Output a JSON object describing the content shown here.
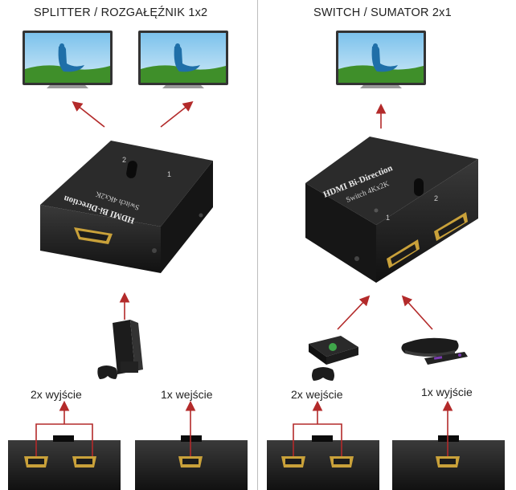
{
  "splitter": {
    "heading": "SPLITTER / ROZGAŁĘŹNIK 1x2",
    "outputs_label": "2x wyjście",
    "input_label": "1x wejście",
    "device_text_line1": "HDMI Bi-Direction",
    "device_text_line2": "Switch 4Kx2K",
    "port_label_1": "1",
    "port_label_2": "2"
  },
  "switch": {
    "heading": "SWITCH / SUMATOR 2x1",
    "inputs_label": "2x wejście",
    "output_label": "1x wyjście",
    "device_text_line1": "HDMI Bi-Direction",
    "device_text_line2": "Switch 4Kx2K",
    "port_label_1": "1",
    "port_label_2": "2"
  },
  "colors": {
    "arrow": "#b32a2a",
    "device_body": "#1c1c1c",
    "hdmi_gold": "#c9a13a",
    "sky": "#5aa6d8",
    "grass": "#3f8f2a"
  }
}
